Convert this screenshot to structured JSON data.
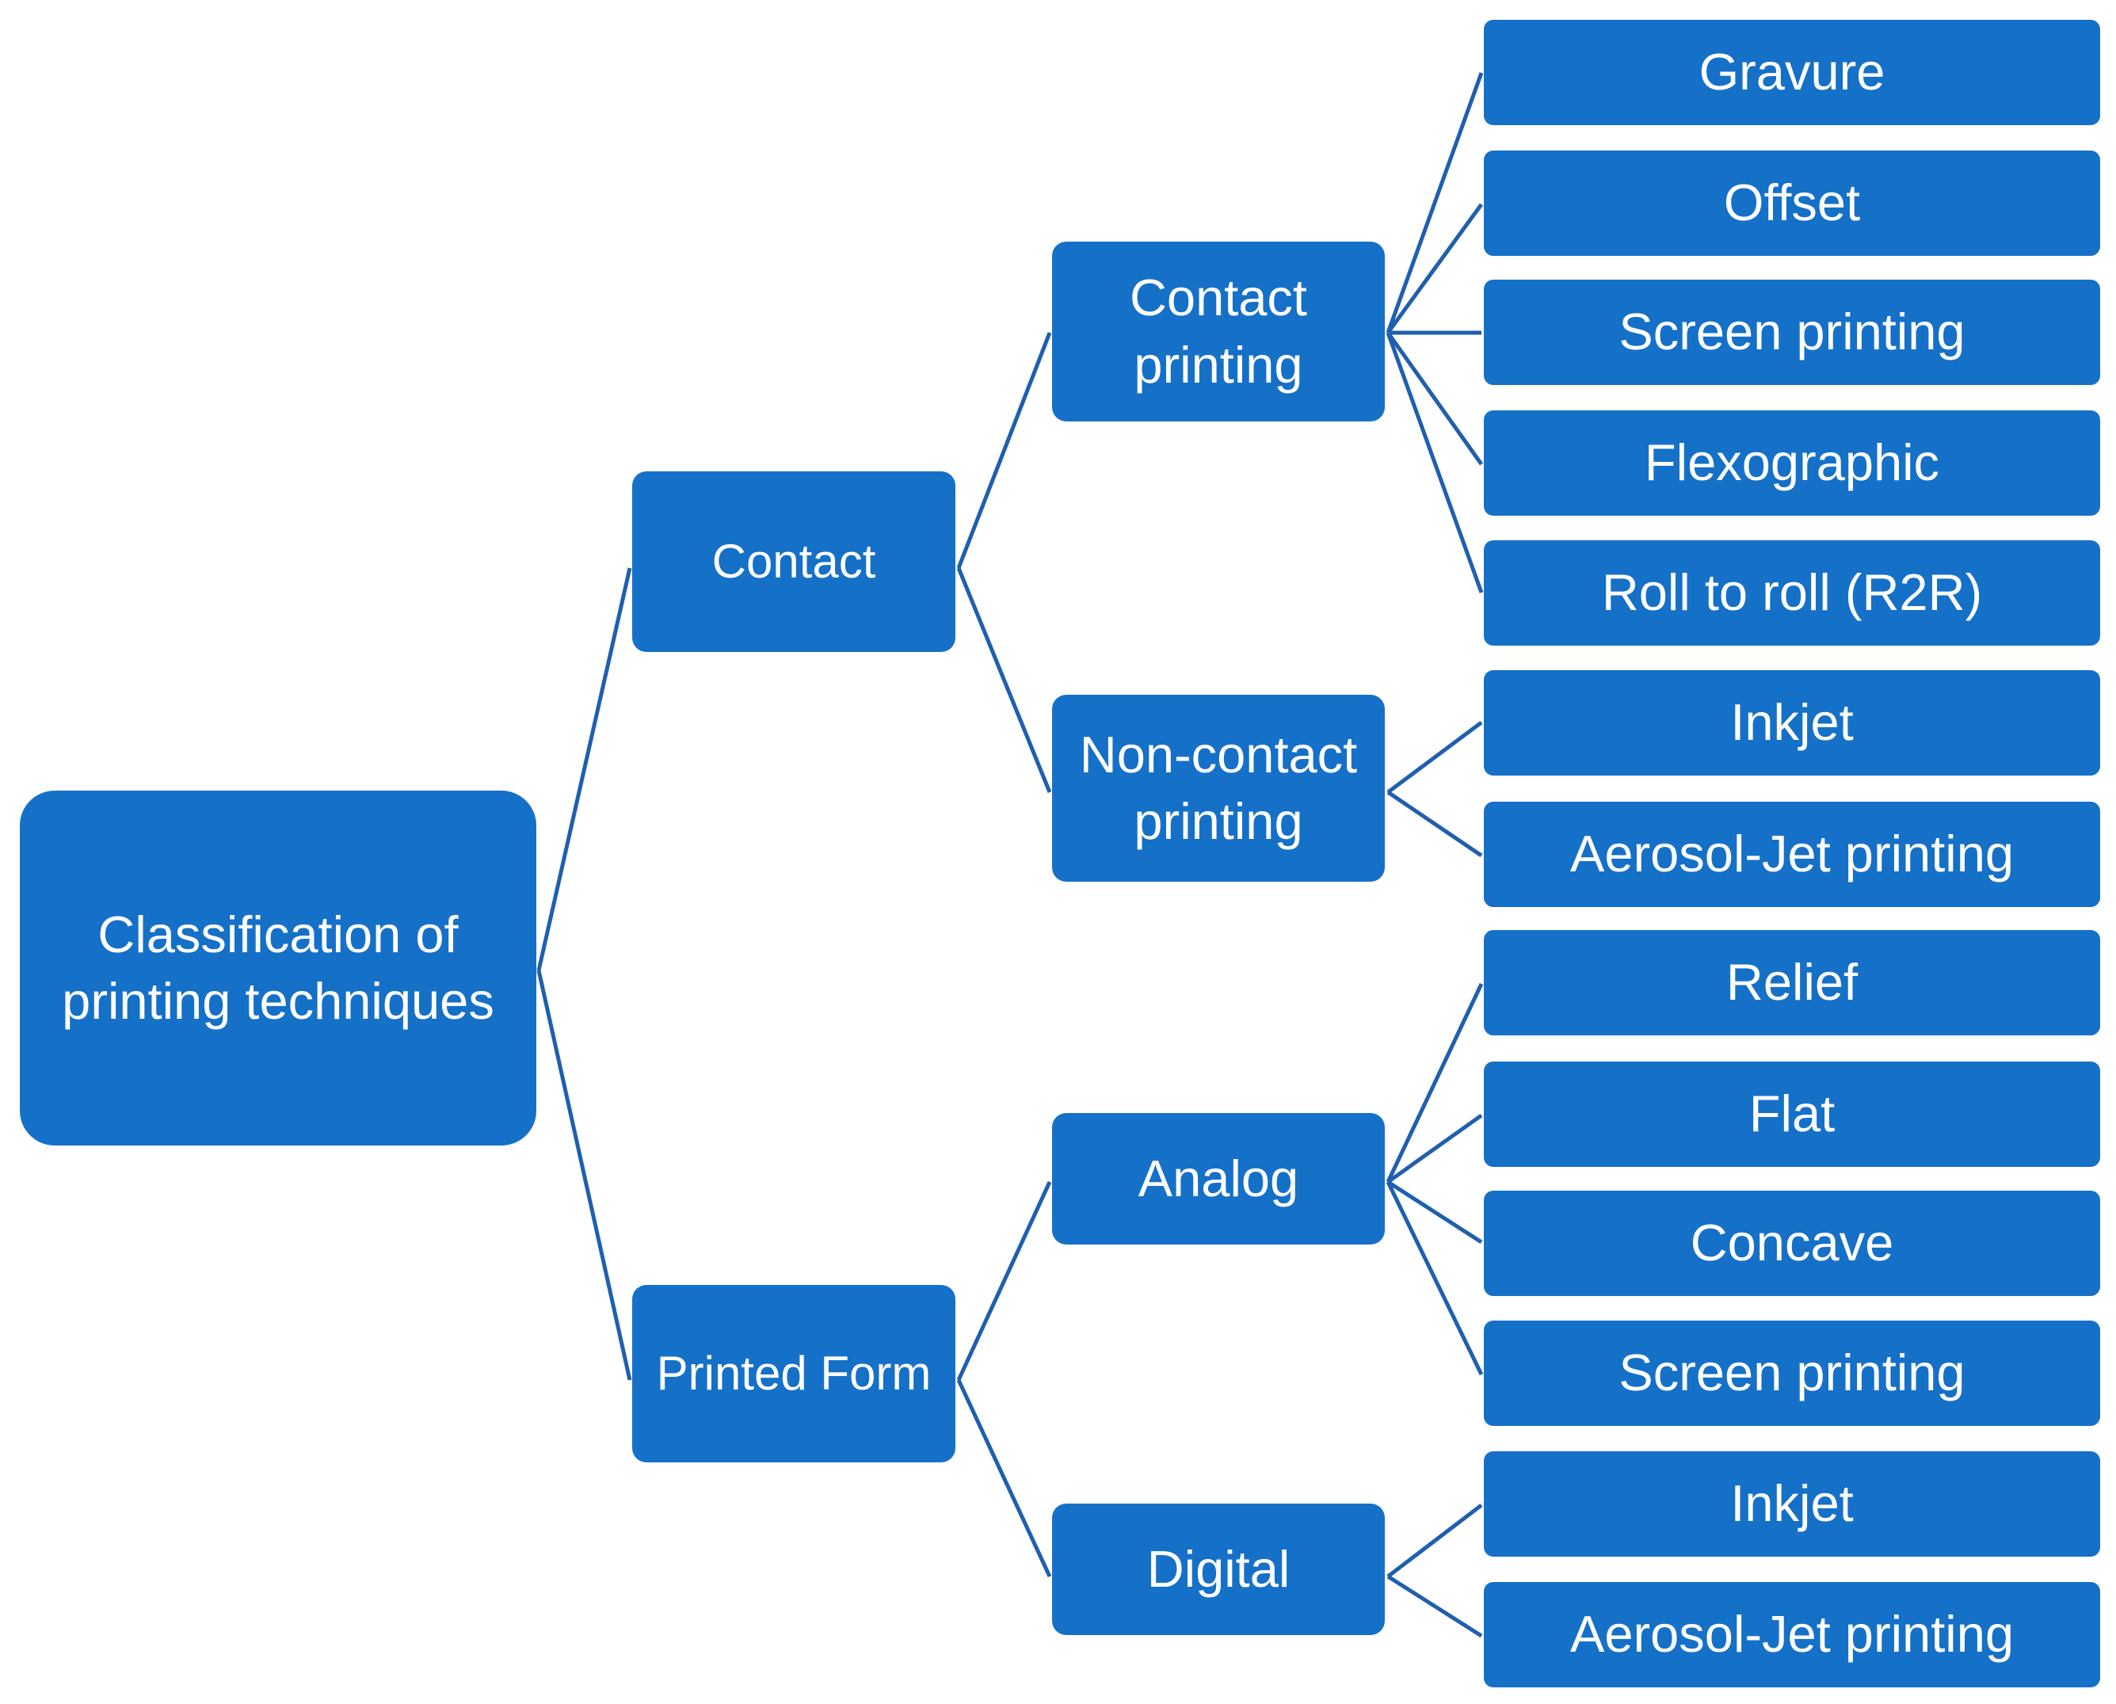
{
  "diagram": {
    "root": {
      "label": "Classification of\nprinting techniques"
    },
    "branches": [
      {
        "label": "Contact",
        "children": [
          {
            "label": "Contact\nprinting",
            "leaves": [
              "Gravure",
              "Offset",
              "Screen printing",
              "Flexographic",
              "Roll to roll (R2R)"
            ]
          },
          {
            "label": "Non-contact\nprinting",
            "leaves": [
              "Inkjet",
              "Aerosol-Jet printing"
            ]
          }
        ]
      },
      {
        "label": "Printed Form",
        "children": [
          {
            "label": "Analog",
            "leaves": [
              "Relief",
              "Flat",
              "Concave",
              "Screen printing"
            ]
          },
          {
            "label": "Digital",
            "leaves": [
              "Inkjet",
              "Aerosol-Jet printing"
            ]
          }
        ]
      }
    ],
    "colors": {
      "box": "#1570c8",
      "connector": "#1f5fae",
      "text": "#ffffff"
    }
  }
}
